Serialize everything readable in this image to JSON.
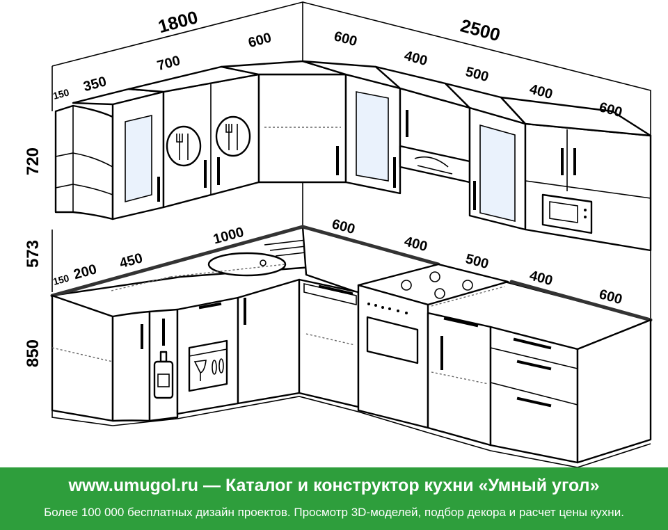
{
  "dimensions": {
    "total_left": "1800",
    "total_right": "2500",
    "height_upper": "720",
    "height_gap": "573",
    "height_lower": "850",
    "upper_left": [
      "150",
      "350",
      "700",
      "600"
    ],
    "upper_right": [
      "600",
      "400",
      "500",
      "400",
      "600"
    ],
    "lower_left": [
      "150",
      "200",
      "450",
      "1000"
    ],
    "lower_right": [
      "600",
      "400",
      "500",
      "400",
      "600"
    ]
  },
  "banner": {
    "title": "www.umugol.ru — Каталог и конструктор кухни «Умный угол»",
    "subtitle": "Более 100 000 бесплатных дизайн проектов. Просмотр 3D-моделей, подбор декора и расчет цены кухни."
  },
  "colors": {
    "banner_bg": "#2e9e3c",
    "glass": "#eaf2fc"
  },
  "icons": [
    "cutlery-icon",
    "cutlery-icon",
    "bottle-icon",
    "dishwasher-icon",
    "microwave-icon",
    "hood-icon",
    "hob-icon",
    "oven-icon"
  ]
}
